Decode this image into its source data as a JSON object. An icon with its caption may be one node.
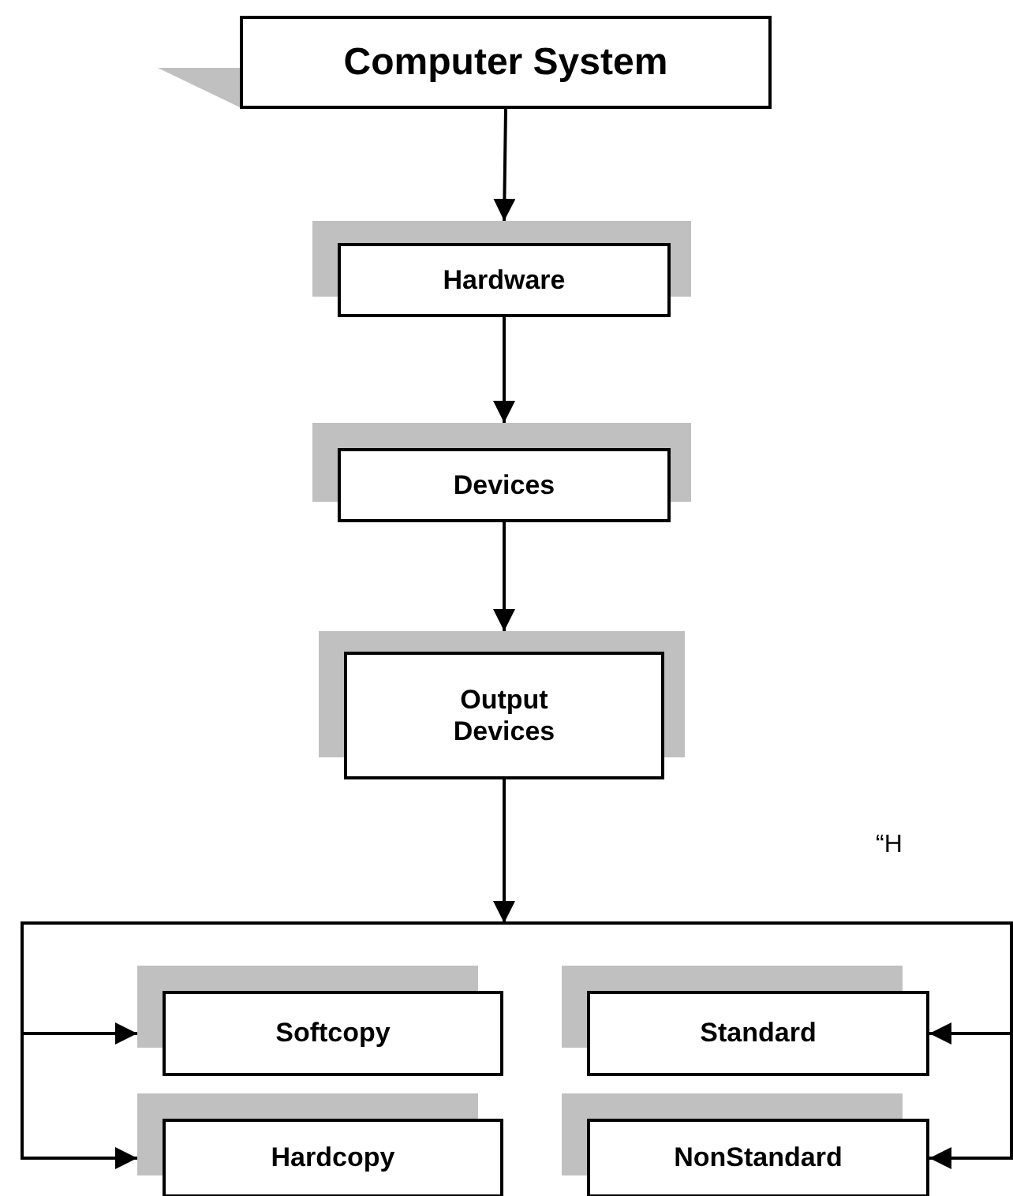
{
  "diagram": {
    "nodes": [
      {
        "text": [
          "Computer System"
        ]
      },
      {
        "text": [
          "Hardware"
        ]
      },
      {
        "text": [
          "Devices"
        ]
      },
      {
        "text": [
          "Output Devices"
        ]
      },
      {
        "text": [
          "Softcopy"
        ]
      },
      {
        "text": [
          "Standard"
        ]
      },
      {
        "text": [
          "Hardcopy"
        ]
      },
      {
        "text": [
          "NonStandard"
        ]
      }
    ],
    "edges": [
      {
        "from": 0,
        "to": 1,
        "arrow": "to"
      },
      {
        "from": 1,
        "to": 2,
        "arrow": "to"
      },
      {
        "from": 2,
        "to": 3,
        "arrow": "to"
      },
      {
        "from": 3,
        "to": 4,
        "arrow": "to"
      },
      {
        "from": 3,
        "to": 6,
        "arrow": "to"
      },
      {
        "from": 3,
        "to": 5,
        "arrow": "to"
      },
      {
        "from": 3,
        "to": 7,
        "arrow": "to"
      }
    ],
    "labels": [
      "“H"
    ]
  }
}
